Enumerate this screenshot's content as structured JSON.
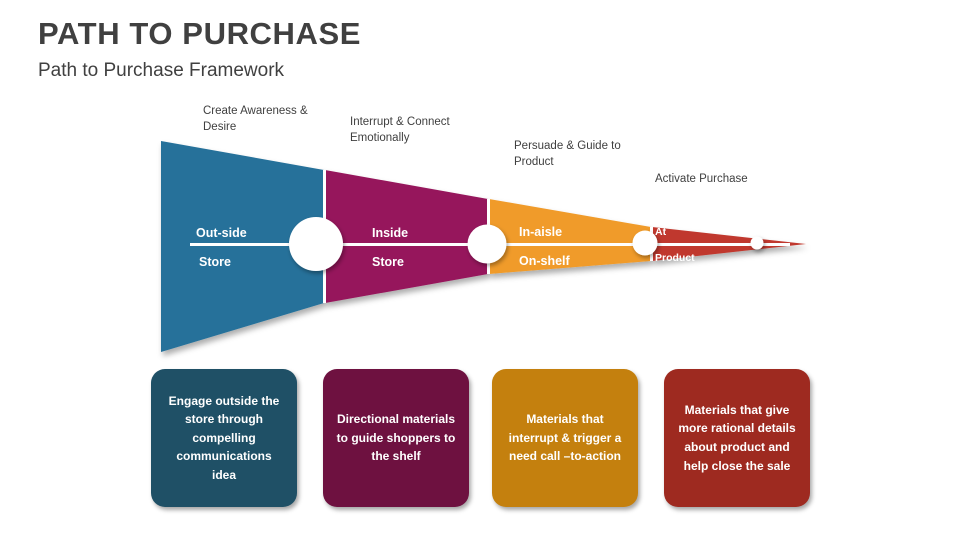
{
  "slide": {
    "title": "PATH TO PURCHASE",
    "subtitle": "Path to Purchase Framework",
    "background_color": "#FFFFFF",
    "title_color": "#404040"
  },
  "funnel": {
    "orientation": "horizontal-left-to-right-tapering",
    "stages": [
      {
        "index": 0,
        "caption": "Create Awareness & Desire",
        "label_top": "Out-side",
        "label_bottom": "Store",
        "color": "#25719A",
        "card_color": "#1F5066",
        "card_text": "Engage outside the store through compelling communications idea"
      },
      {
        "index": 1,
        "caption": "Interrupt & Connect Emotionally",
        "label_top": "Inside",
        "label_bottom": "Store",
        "color": "#96185B",
        "card_color": "#6E1140",
        "card_text": "Directional materials to guide shoppers to the shelf"
      },
      {
        "index": 2,
        "caption": "Persuade & Guide to Product",
        "label_top": "In-aisle",
        "label_bottom": "On-shelf",
        "color": "#F09B2B",
        "card_color": "#C4800E",
        "card_text": "Materials that interrupt & trigger a need call –to-action"
      },
      {
        "index": 3,
        "caption": "Activate Purchase",
        "label_top": "At",
        "label_bottom": "Product",
        "color": "#C0392E",
        "card_color": "#9E2A20",
        "card_text": "Materials that give more rational details about product and help close the sale"
      }
    ],
    "connector_color": "#FFFFFF",
    "node_color": "#FFFFFF"
  }
}
